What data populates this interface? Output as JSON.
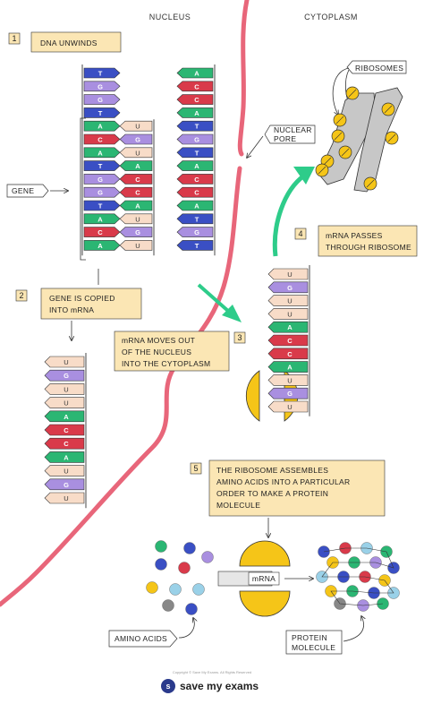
{
  "headers": {
    "nucleus": "NUCLEUS",
    "cytoplasm": "CYTOPLASM"
  },
  "steps": [
    {
      "number": "1",
      "text_lines": [
        "DNA UNWINDS"
      ]
    },
    {
      "number": "2",
      "text_lines": [
        "GENE IS COPIED",
        "INTO mRNA"
      ]
    },
    {
      "number": "3",
      "text_lines": [
        "mRNA MOVES OUT",
        "OF THE NUCLEUS",
        "INTO THE CYTOPLASM"
      ]
    },
    {
      "number": "4",
      "text_lines": [
        "mRNA PASSES",
        "THROUGH RIBOSOME"
      ]
    },
    {
      "number": "5",
      "text_lines": [
        "THE RIBOSOME ASSEMBLES",
        "AMINO ACIDS INTO A PARTICULAR",
        "ORDER TO MAKE A PROTEIN",
        "MOLECULE"
      ]
    }
  ],
  "labels": {
    "gene": "GENE",
    "ribosomes": "RIBOSOMES",
    "nuclear_pore_lines": [
      "NUCLEAR",
      "PORE"
    ],
    "amino_acids": "AMINO ACIDS",
    "protein_molecule_lines": [
      "PROTEIN",
      "MOLECULE"
    ],
    "mrna_strand": "mRNA"
  },
  "dna_left_strand": [
    "T",
    "G",
    "G",
    "T",
    "A",
    "C",
    "A",
    "T",
    "G",
    "G",
    "T",
    "A",
    "C",
    "A"
  ],
  "dna_right_strand": [
    "A",
    "C",
    "C",
    "A",
    "T",
    "G",
    "T",
    "A",
    "C",
    "C",
    "A",
    "T",
    "G",
    "T"
  ],
  "mrna_in_dna": [
    "U",
    "G",
    "U",
    "A",
    "C",
    "C",
    "A",
    "U",
    "G",
    "U"
  ],
  "mrna_sequence": [
    "U",
    "G",
    "U",
    "U",
    "A",
    "C",
    "C",
    "A",
    "U",
    "G",
    "U"
  ],
  "colors": {
    "A": "#2bb673",
    "T": "#3a4fc4",
    "G": "#a98fe0",
    "C": "#d93a4a",
    "U": "#f8dcc8",
    "membrane": "#e8667a",
    "step_box": "#fbe6b4",
    "ribosome": "#f5c518",
    "arrow": "#2ecc8a",
    "rough_er": "#c7c7c7"
  },
  "footer": {
    "copyright": "Copyright © Save My Exams. All Rights Reserved",
    "brand": "save my exams"
  }
}
